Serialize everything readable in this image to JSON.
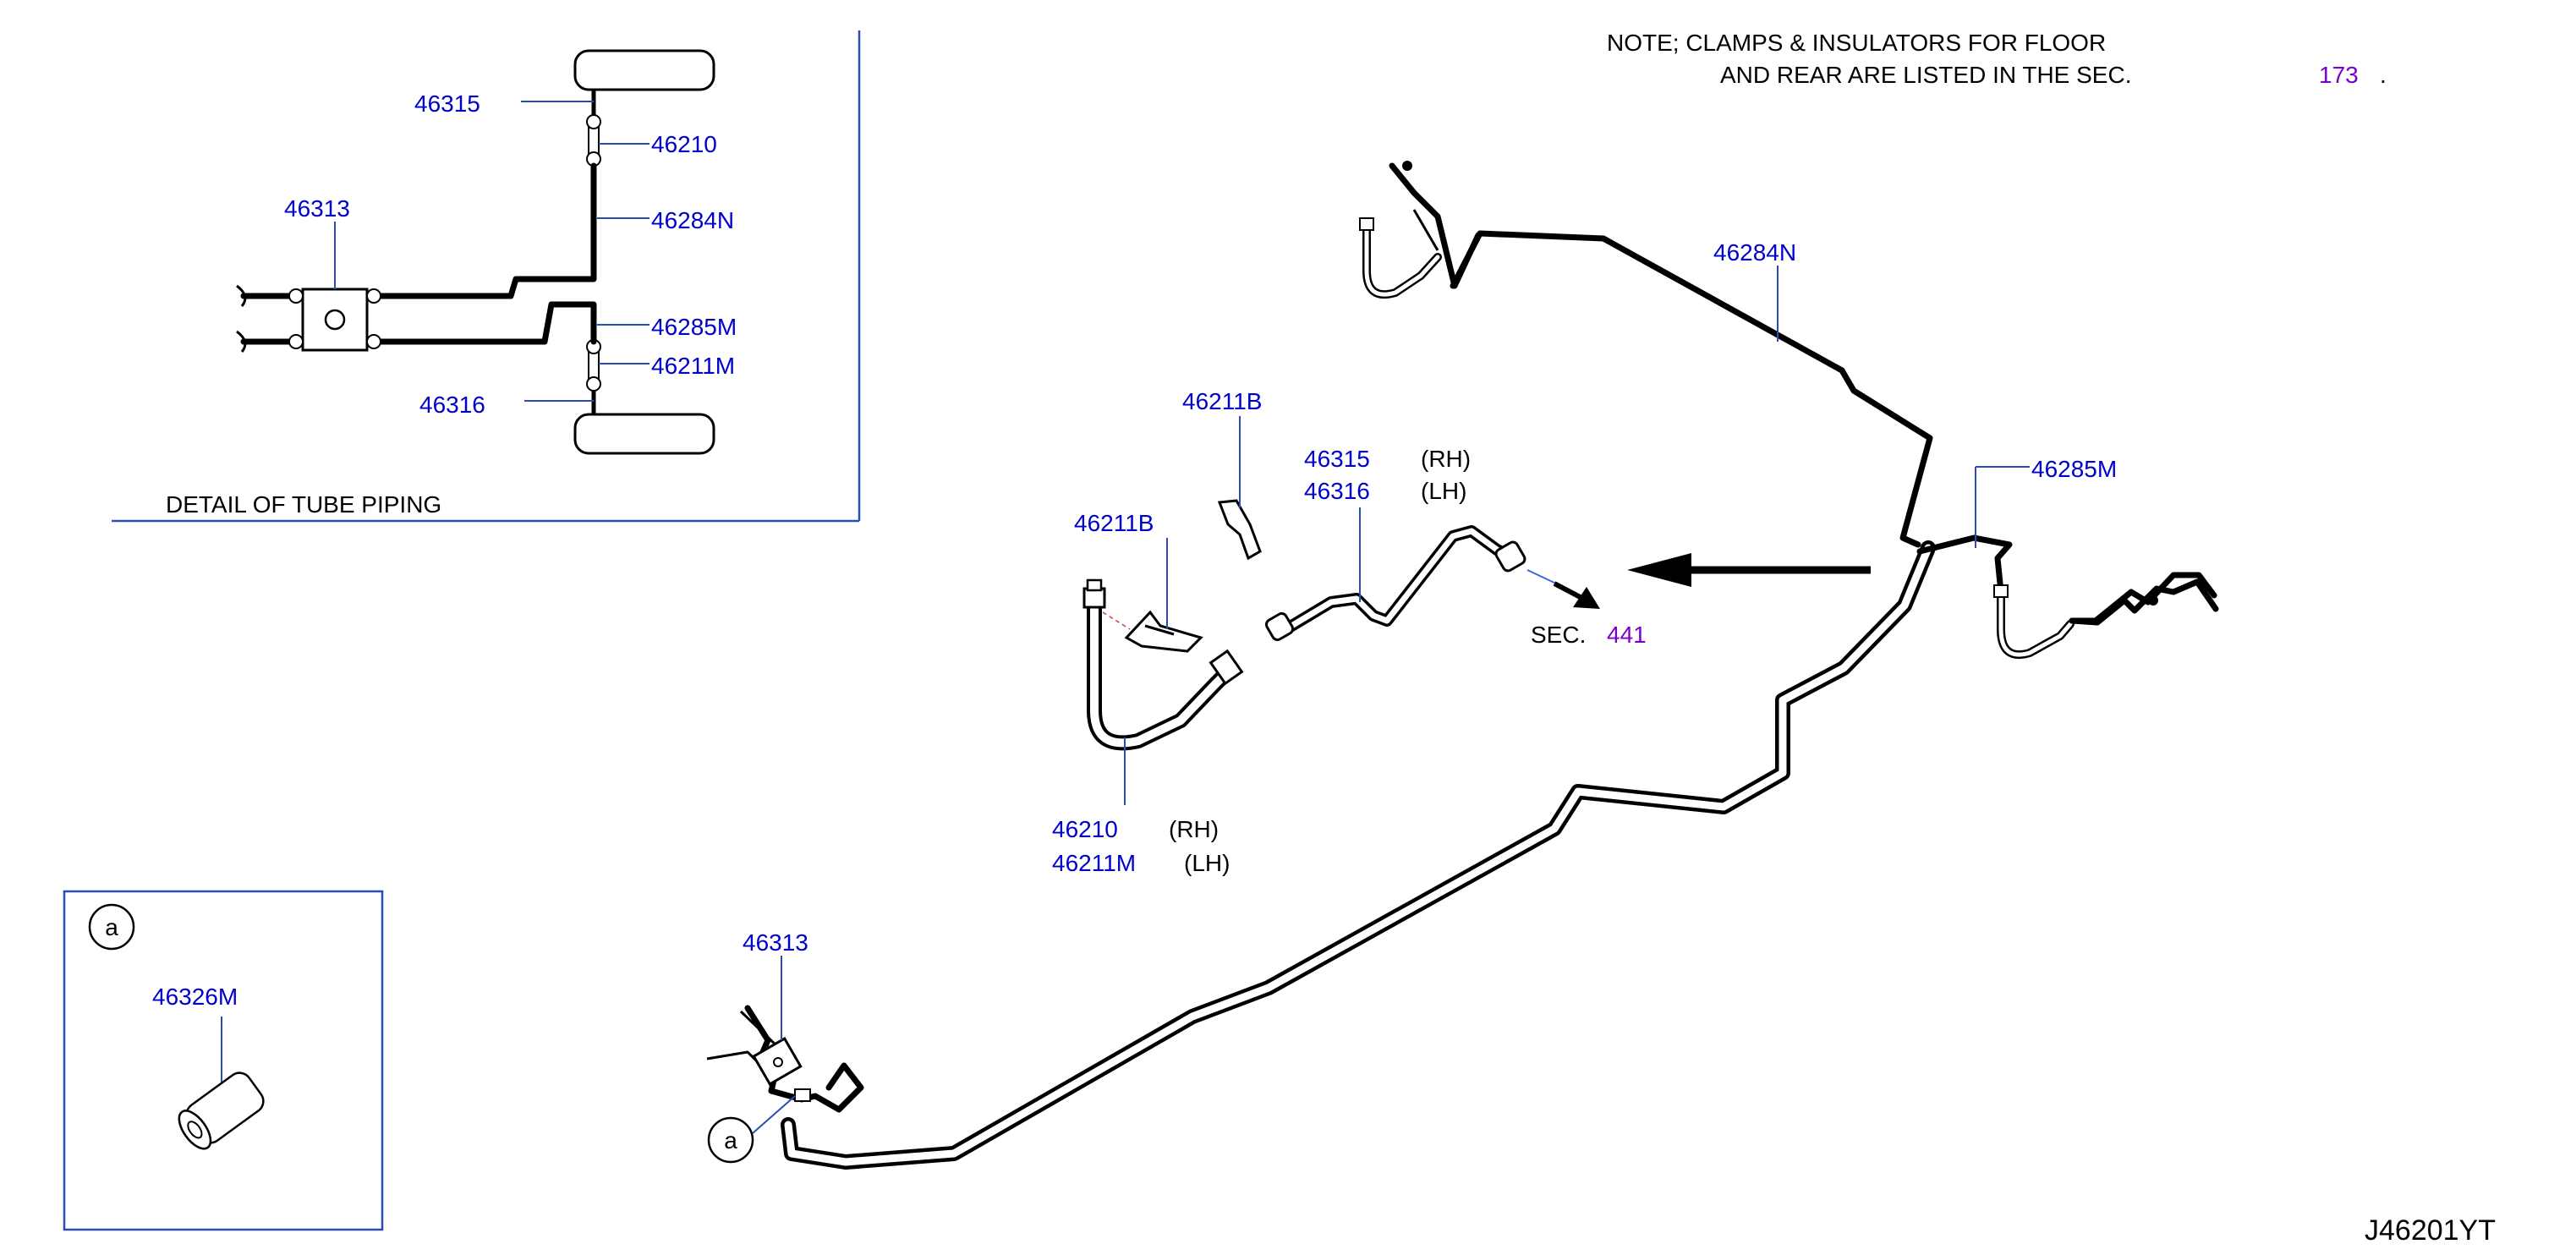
{
  "colors": {
    "part_number": "#0000cc",
    "section_ref": "#7a00cc",
    "frame": "#2a4fb0",
    "drawing": "#000000"
  },
  "note": {
    "line1": "NOTE;   CLAMPS  &  INSULATORS  FOR  FLOOR",
    "line2_prefix": "AND  REAR  ARE  LISTED  IN  THE  SEC.",
    "sec_ref": "173",
    "line2_suffix": "."
  },
  "detail": {
    "caption": "DETAIL  OF  TUBE  PIPING",
    "parts": {
      "p46315": "46315",
      "p46210": "46210",
      "p46313": "46313",
      "p46284N": "46284N",
      "p46285M": "46285M",
      "p46211M": "46211M",
      "p46316": "46316"
    }
  },
  "inset_a": {
    "marker": "a",
    "part": "46326M"
  },
  "main": {
    "p46284N": "46284N",
    "p46285M": "46285M",
    "p46211B_upper": "46211B",
    "p46211B_lower": "46211B",
    "p46315": "46315",
    "rh1": "(RH)",
    "p46316": "46316",
    "lh1": "(LH)",
    "p46210": "46210",
    "rh2": "(RH)",
    "p46211M": "46211M",
    "lh2": "(LH)",
    "p46313": "46313",
    "marker_a": "a",
    "sec_label": "SEC.",
    "sec_ref": "441"
  },
  "drawing_code": "J46201YT"
}
